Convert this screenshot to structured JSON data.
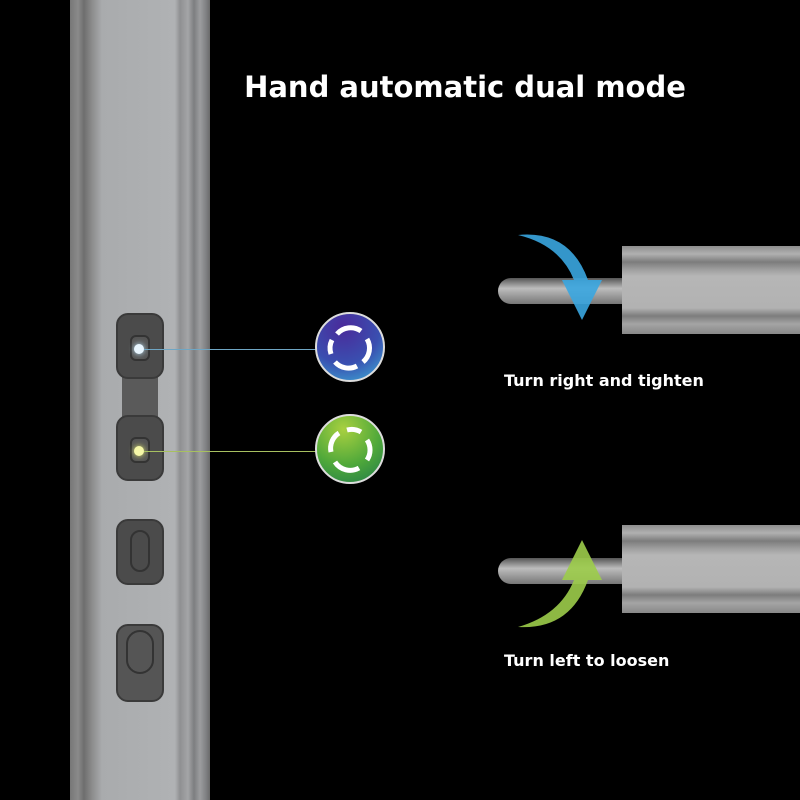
{
  "title": "Hand automatic dual mode",
  "modes": [
    {
      "label": "Turn right and tighten",
      "icon": "clockwise-rotate-icon",
      "color": "#3fb4e8",
      "led_color": "#dff4ff"
    },
    {
      "label": "Turn left to loosen",
      "icon": "counterclockwise-rotate-icon",
      "color": "#8cc63f",
      "led_color": "#f4f7a0"
    }
  ]
}
